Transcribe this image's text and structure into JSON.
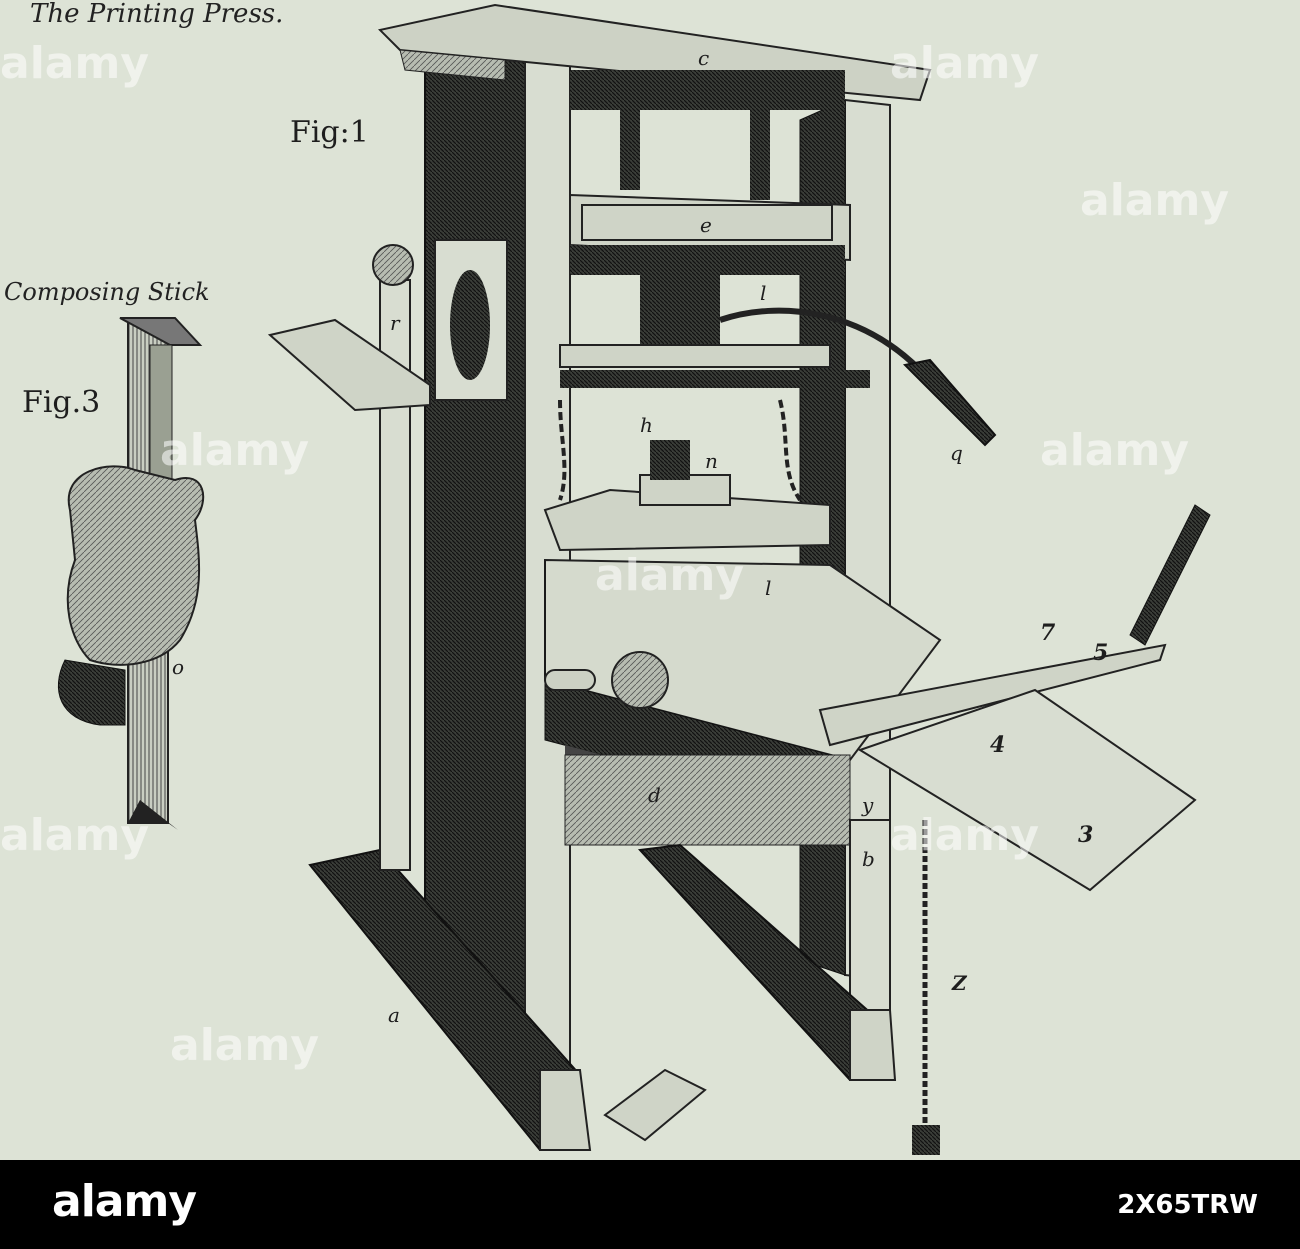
{
  "plate": {
    "title": "The Printing Press.",
    "fig1_label": "Fig:1",
    "fig3_label": "Fig.3",
    "composing_label": "Composing Stick",
    "letters": {
      "c": "c",
      "e": "e",
      "l": "l",
      "r": "r",
      "q": "q",
      "h": "h",
      "n": "n",
      "l2": "l",
      "d": "d",
      "y": "y",
      "b": "b",
      "a": "a",
      "z": "Z",
      "o": "o"
    },
    "numerals": {
      "three": "3",
      "four": "4",
      "five": "5",
      "seven": "7"
    }
  },
  "watermarks": [
    "alamy",
    "alamy",
    "alamy",
    "alamy",
    "alamy",
    "alamy",
    "alamy",
    "alamy",
    "alamy"
  ],
  "footer": {
    "logo": "alamy",
    "image_id": "2X65TRW"
  },
  "colors": {
    "paper": "#dde3d6",
    "ink": "#1e1e1e",
    "footer": "#000000"
  }
}
